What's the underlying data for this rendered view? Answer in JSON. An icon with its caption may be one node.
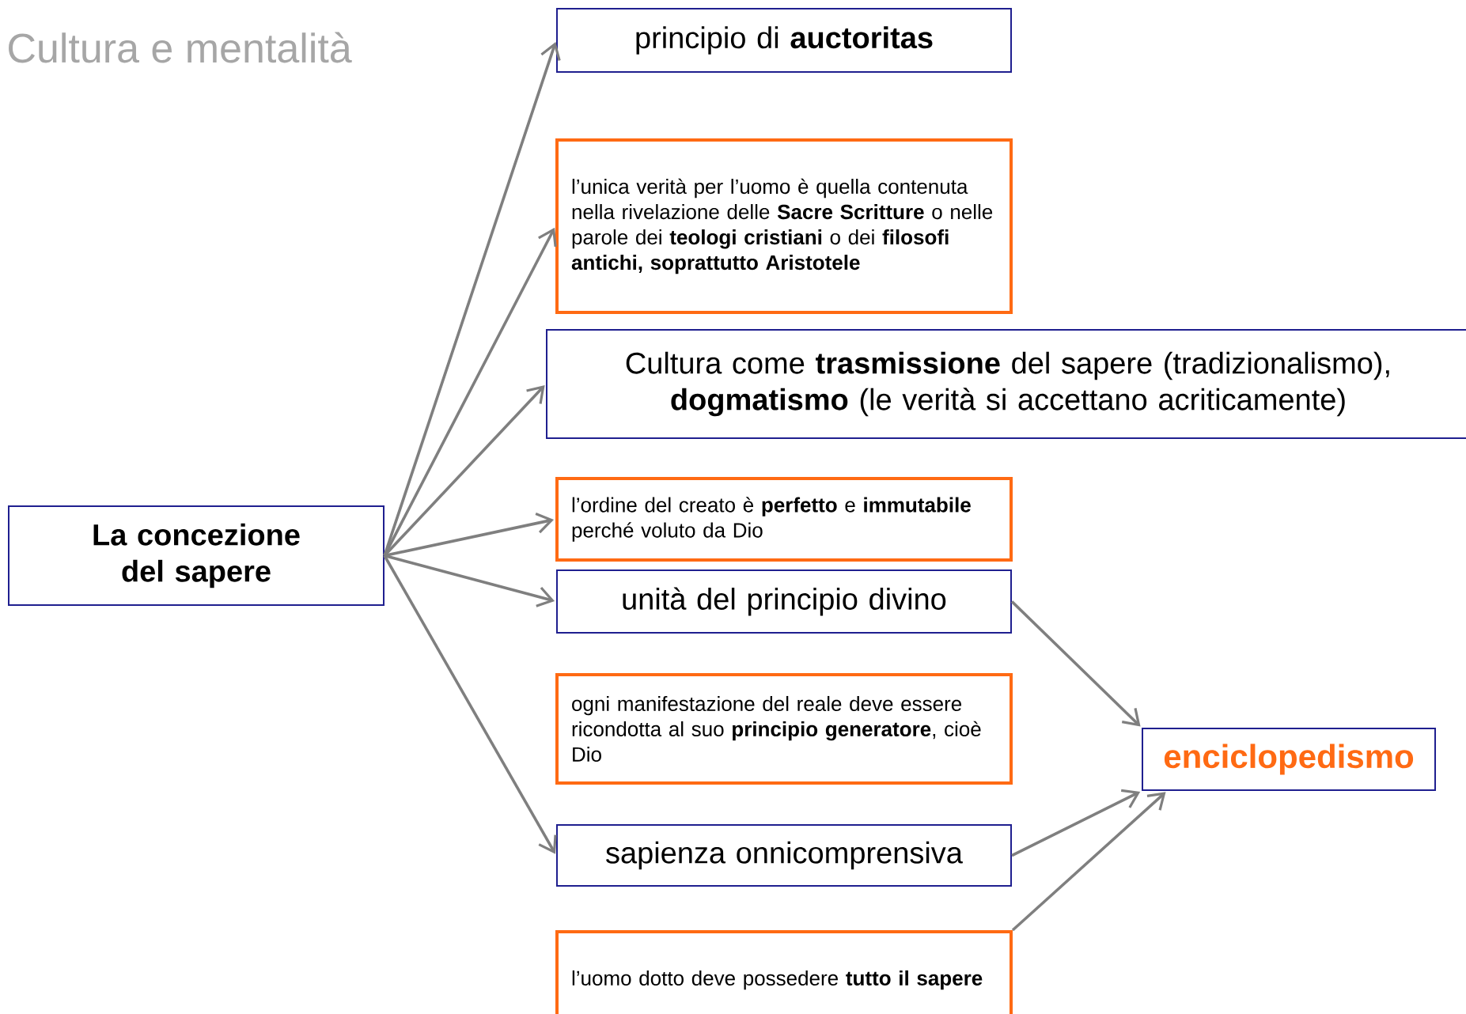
{
  "diagram": {
    "title": "Cultura e mentalità",
    "nodes": [
      {
        "text": [
          "La concezione del sapere"
        ]
      },
      {
        "text": [
          "principio di **auctoritas**"
        ]
      },
      {
        "text": [
          "l’unica verità per l’uomo è quella contenuta nella rivelazione delle **Sacre Scritture** o nelle parole dei **teologi cristiani** o dei **filosofi antichi, soprattutto Aristotele**"
        ]
      },
      {
        "text": [
          "Cultura come **trasmissione** del sapere (tradizionalismo), **dogmatismo** (le verità si accettano acriticamente)"
        ]
      },
      {
        "text": [
          "l’ordine del creato è **perfetto** e **immutabile** perché voluto da Dio"
        ]
      },
      {
        "text": [
          "unità del principio divino"
        ]
      },
      {
        "text": [
          "ogni manifestazione del reale deve essere ricondotta al suo **principio generatore**, cioè Dio"
        ]
      },
      {
        "text": [
          "sapienza onnicomprensiva"
        ]
      },
      {
        "text": [
          "l’uomo dotto deve possedere **tutto il sapere**"
        ]
      },
      {
        "text": [
          "enciclopedismo"
        ]
      }
    ],
    "edges": [
      {
        "from": 0,
        "to": 1,
        "arrow": "to"
      },
      {
        "from": 0,
        "to": 2,
        "arrow": "to"
      },
      {
        "from": 0,
        "to": 3,
        "arrow": "to"
      },
      {
        "from": 0,
        "to": 4,
        "arrow": "to"
      },
      {
        "from": 0,
        "to": 5,
        "arrow": "to"
      },
      {
        "from": 0,
        "to": 7,
        "arrow": "to"
      },
      {
        "from": 5,
        "to": 9,
        "arrow": "to"
      },
      {
        "from": 7,
        "to": 9,
        "arrow": "to"
      },
      {
        "from": 8,
        "to": 9,
        "arrow": "to"
      }
    ]
  }
}
